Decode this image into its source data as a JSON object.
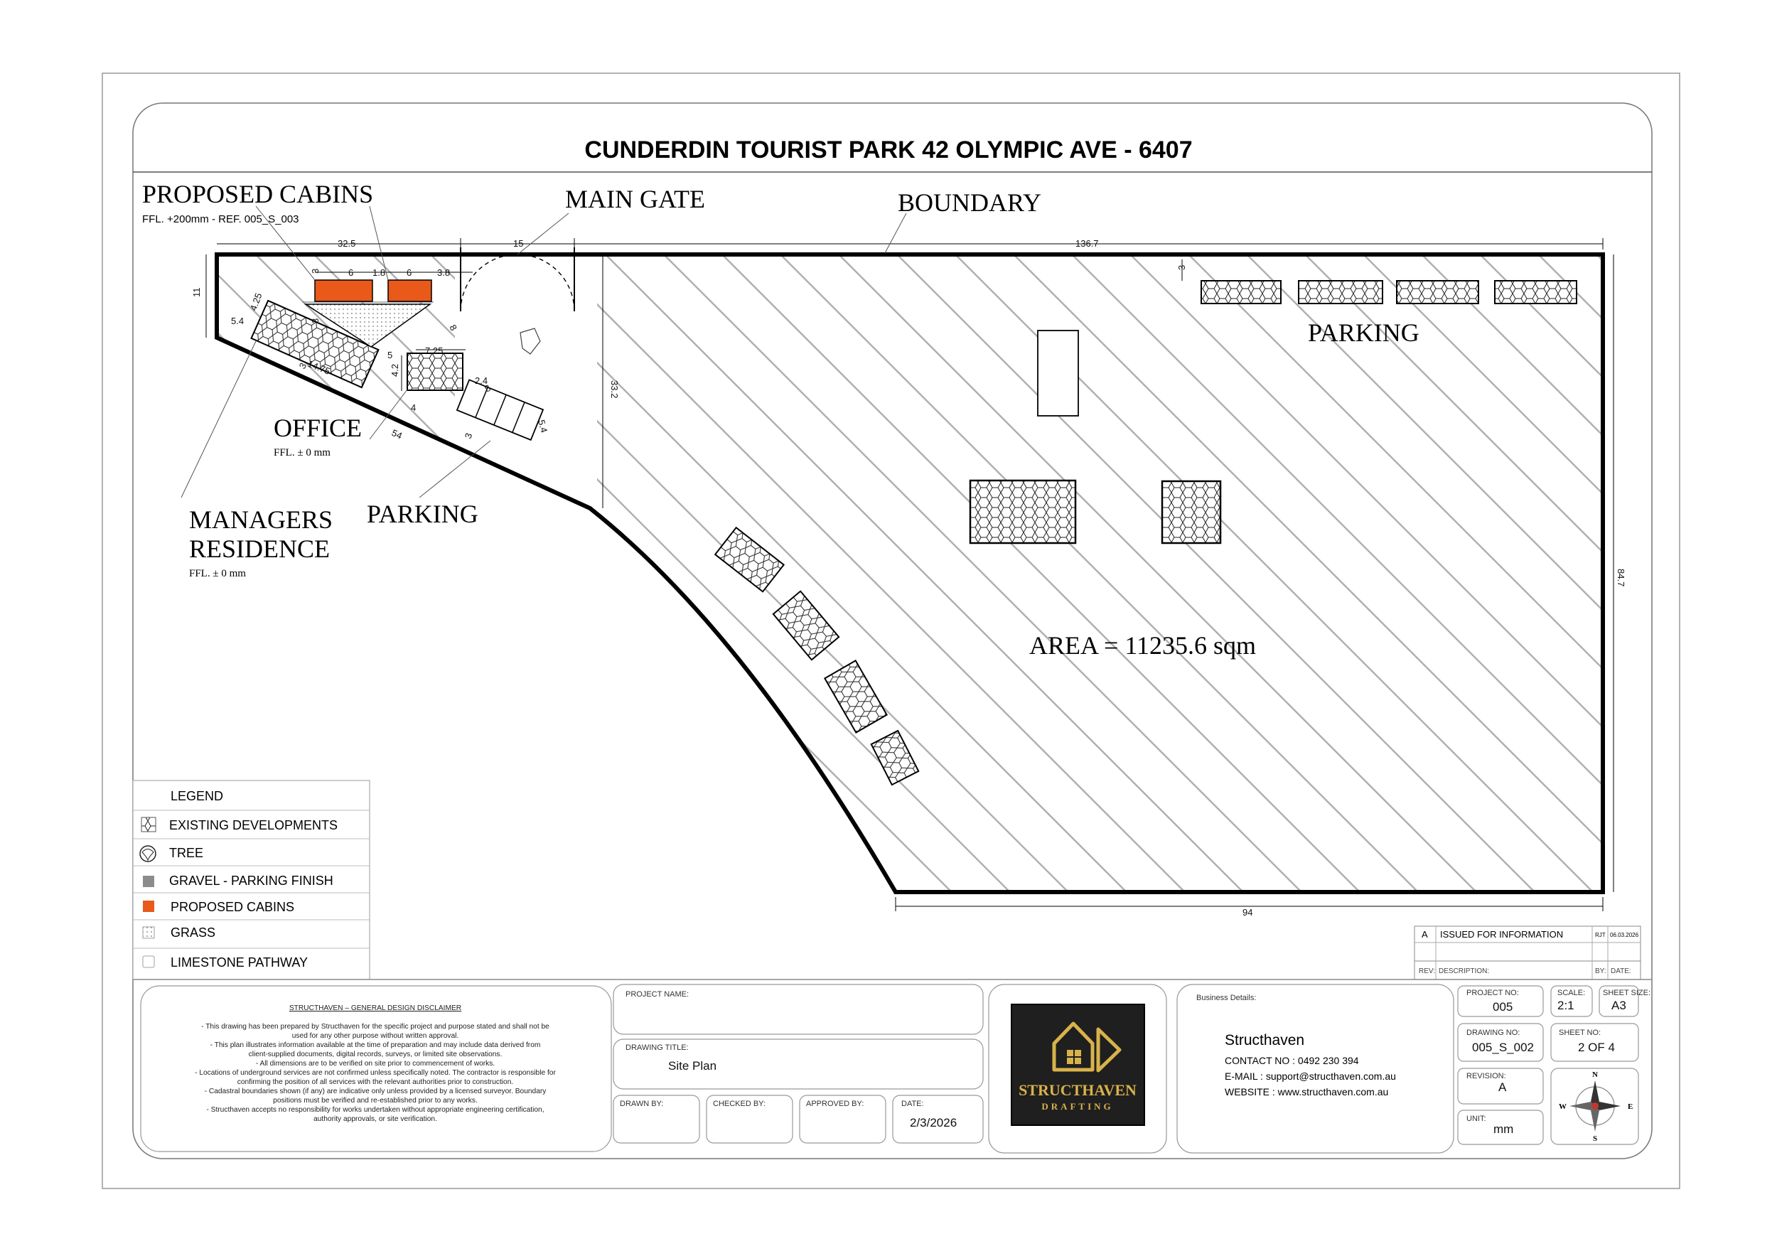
{
  "title": "CUNDERDIN TOURIST PARK 42 OLYMPIC AVE - 6407",
  "plan": {
    "labels": {
      "proposed_cabins": "PROPOSED CABINS",
      "proposed_cabins_ffl": "FFL. +200mm - REF. 005_S_003",
      "main_gate": "MAIN GATE",
      "boundary": "BOUNDARY",
      "parking_top": "PARKING",
      "office": "OFFICE",
      "office_ffl": "FFL. ± 0 mm",
      "parking_left": "PARKING",
      "managers_1": "MANAGERS",
      "managers_2": "RESIDENCE",
      "managers_ffl": "FFL. ± 0 mm",
      "area": "AREA = 11235.6 sqm"
    },
    "dimensions": {
      "d32_5": "32.5",
      "d15": "15",
      "d136_7": "136.7",
      "d11": "11",
      "d3_a": "3",
      "d6_a": "6",
      "d1_8": "1.8",
      "d6_b": "6",
      "d3_8": "3.8",
      "d3_b": "3",
      "d4_25": "4.25",
      "d5_4": "5.4",
      "d3_c": "3",
      "d14_75": "14.75",
      "d5": "5",
      "d7_25": "7.25",
      "d8_a": "8",
      "d8_b": "8",
      "d4_2": "4.2",
      "d4": "4",
      "d2_4": "2.4",
      "d5_4b": "5.4",
      "d3_d": "3",
      "d54": "54",
      "d33_2": "33.2",
      "d84_7": "84.7",
      "d94": "94",
      "d3_e": "3"
    }
  },
  "legend": {
    "title": "LEGEND",
    "items": [
      {
        "label": "EXISTING DEVELOPMENTS",
        "icon": "hex-pattern-icon"
      },
      {
        "label": "TREE",
        "icon": "tree-icon"
      },
      {
        "label": "GRAVEL - PARKING FINISH",
        "icon": "gravel-swatch-icon"
      },
      {
        "label": "PROPOSED CABINS",
        "icon": "cabin-swatch-icon"
      },
      {
        "label": "GRASS",
        "icon": "grass-swatch-icon"
      },
      {
        "label": "LIMESTONE PATHWAY",
        "icon": "limestone-swatch-icon"
      }
    ]
  },
  "revisions": {
    "row": {
      "rev": "A",
      "description": "ISSUED FOR INFORMATION",
      "by": "RJT",
      "date": "06.03.2026"
    },
    "header": {
      "rev": "REV:",
      "description": "DESCRIPTION:",
      "by": "BY:",
      "date": "DATE:"
    }
  },
  "disclaimer": {
    "heading": "STRUCTHAVEN – GENERAL DESIGN DISCLAIMER",
    "lines": [
      "- This drawing has been prepared by Structhaven for the specific project and purpose stated and shall not be",
      "used for any other purpose without written approval.",
      "- This plan illustrates information available at the time of preparation and may include data derived from",
      "client-supplied documents, digital records, surveys, or limited site observations.",
      "- All dimensions are to be verified on site prior to commencement of works.",
      "- Locations of underground services are not confirmed unless specifically noted. The contractor is responsible for",
      "confirming the position of all services with the relevant authorities prior to construction.",
      "- Cadastral boundaries shown (if any) are indicative only unless provided by a licensed surveyor. Boundary",
      "positions must be verified and re-established prior to any works.",
      "- Structhaven accepts no responsibility for works undertaken without appropriate engineering certification,",
      "authority approvals, or site verification."
    ]
  },
  "title_block": {
    "project_name_label": "PROJECT NAME:",
    "project_name": "",
    "drawing_title_label": "DRAWING TITLE:",
    "drawing_title": "Site Plan",
    "drawn_by_label": "DRAWN BY:",
    "checked_by_label": "CHECKED BY:",
    "approved_by_label": "APPROVED BY:",
    "date_label": "DATE:",
    "date": "2/3/2026",
    "logo_main": "STRUCTHAVEN",
    "logo_sub": "DRAFTING",
    "business_label": "Business Details:",
    "business_name": "Structhaven",
    "contact": "CONTACT NO : 0492 230 394",
    "email": "E-MAIL : support@structhaven.com.au",
    "website": "WEBSITE : www.structhaven.com.au",
    "project_no_label": "PROJECT NO:",
    "project_no": "005",
    "scale_label": "SCALE:",
    "scale": "2:1",
    "sheet_size_label": "SHEET SIZE:",
    "sheet_size": "A3",
    "drawing_no_label": "DRAWING NO:",
    "drawing_no": "005_S_002",
    "sheet_no_label": "SHEET NO:",
    "sheet_no": "2 OF 4",
    "revision_label": "REVISION:",
    "revision": "A",
    "unit_label": "UNIT:",
    "unit": "mm",
    "compass": {
      "n": "N",
      "s": "S",
      "e": "E",
      "w": "W"
    }
  },
  "colors": {
    "cabin": "#e8591a",
    "line": "#000000",
    "hatch": "#b0b0b0",
    "logo_bg": "#1f1f1f",
    "logo_gold": "#d8b24a"
  }
}
